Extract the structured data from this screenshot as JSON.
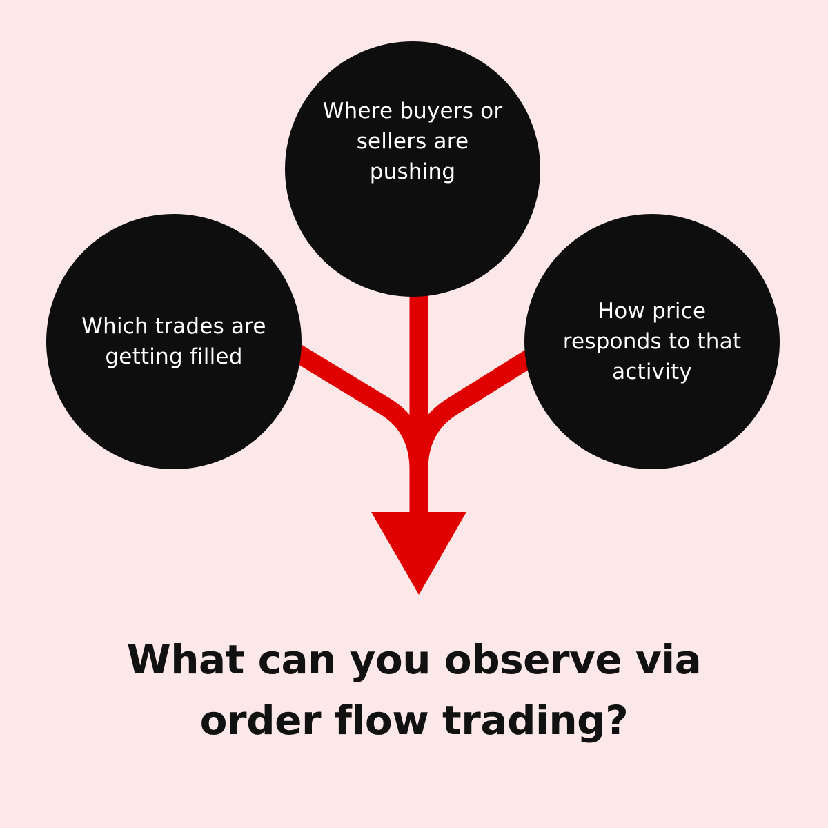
{
  "colors": {
    "background": "#fce8e8",
    "node_fill": "#0e0e0e",
    "node_text": "#ffffff",
    "arrow": "#e00000",
    "question_text": "#111111"
  },
  "nodes": {
    "top": "Where buyers or sellers are pushing",
    "left": "Which trades are getting filled",
    "right": "How price responds to that activity"
  },
  "question": {
    "line1": "What can you observe via",
    "line2": "order flow trading?"
  }
}
